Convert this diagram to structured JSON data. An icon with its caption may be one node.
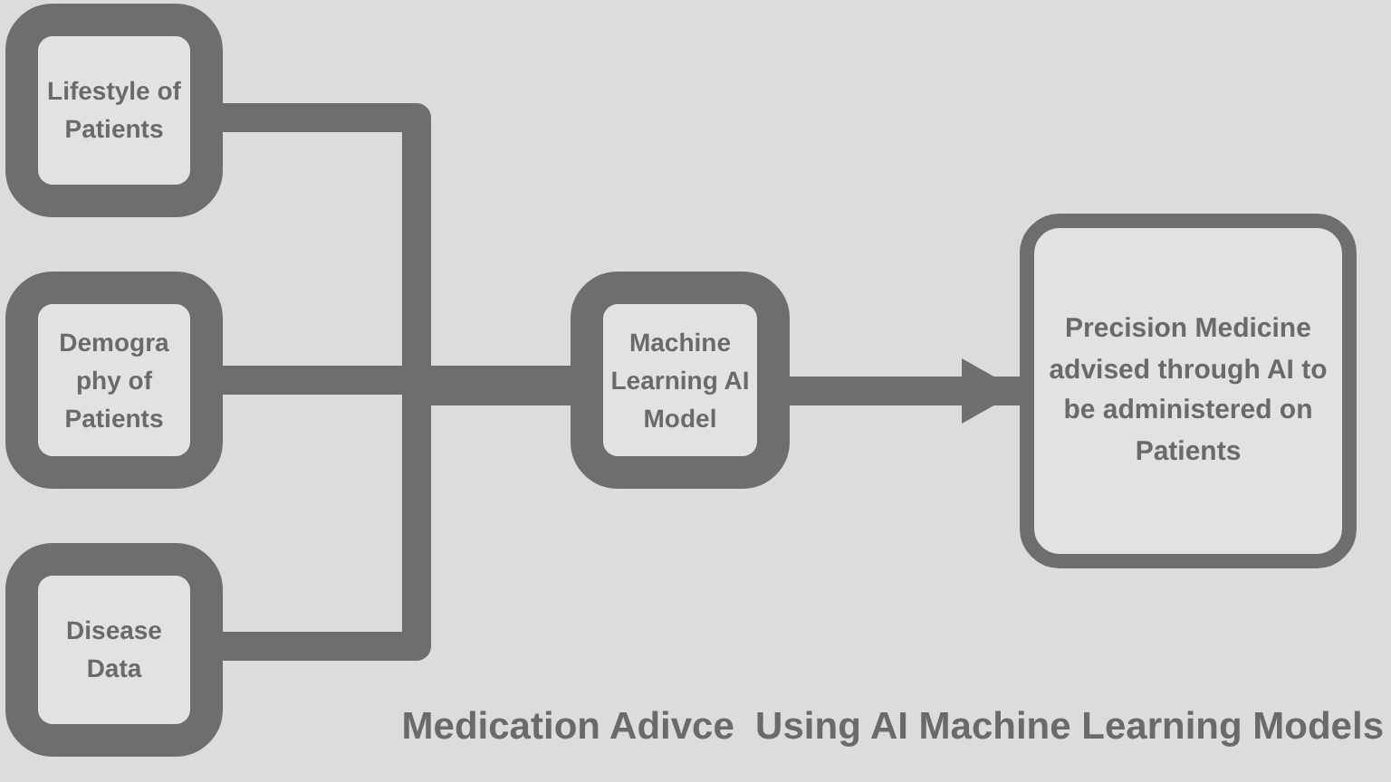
{
  "diagram": {
    "caption": "Medication Adivce  Using AI Machine Learning Models",
    "nodes": [
      {
        "text": [
          "Lifestyle of Patients"
        ]
      },
      {
        "text": [
          "Demogra phy of Patients"
        ]
      },
      {
        "text": [
          "Disease Data"
        ]
      },
      {
        "text": [
          "Machine Learning AI Model"
        ]
      },
      {
        "text": [
          "Precision Medicine  advised through AI to be administered on Patients"
        ]
      }
    ],
    "edges": [
      {
        "from": 0,
        "to": 3,
        "arrow": "none"
      },
      {
        "from": 1,
        "to": 3,
        "arrow": "none"
      },
      {
        "from": 2,
        "to": 3,
        "arrow": "none"
      },
      {
        "from": 3,
        "to": 4,
        "arrow": "to"
      }
    ]
  }
}
